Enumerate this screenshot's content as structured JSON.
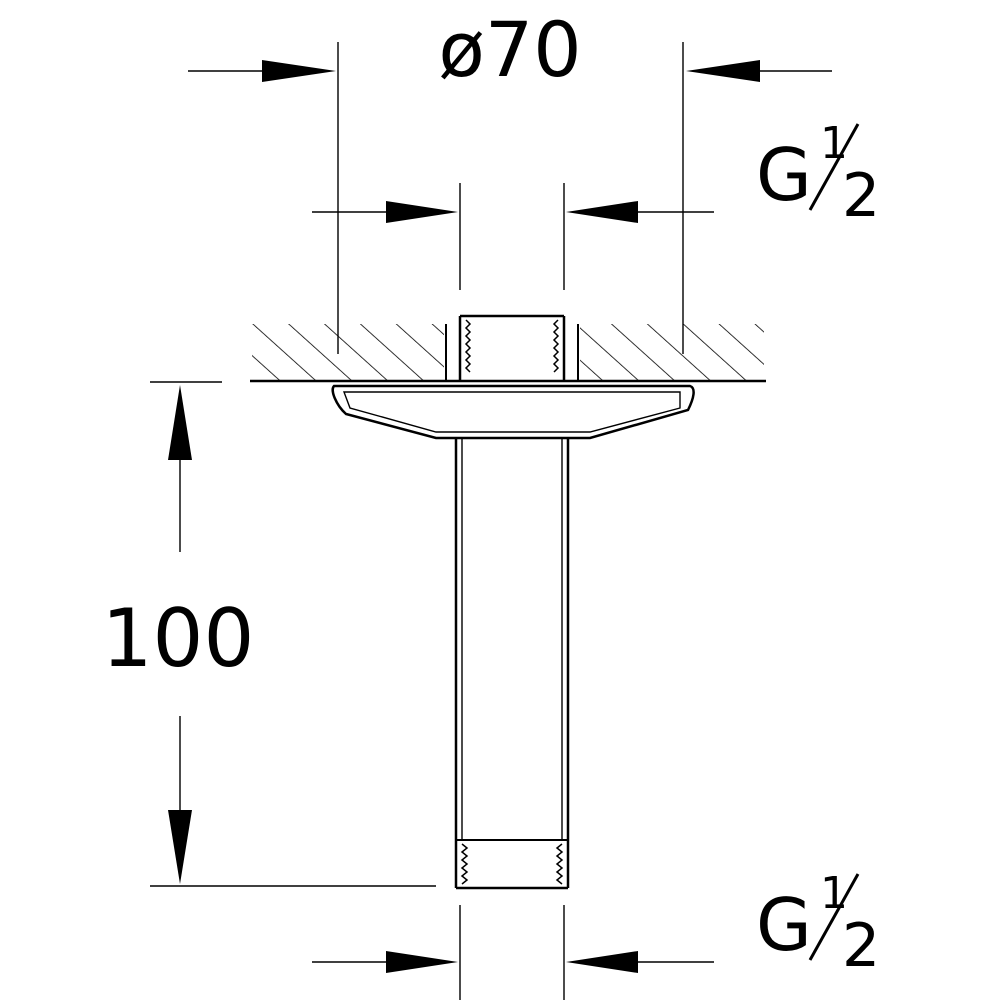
{
  "dimensions": {
    "flange_diameter": "ø70",
    "arm_length": "100",
    "top_thread": {
      "base": "G",
      "numerator": "1",
      "denominator": "2"
    },
    "bottom_thread": {
      "base": "G",
      "numerator": "1",
      "denominator": "2"
    }
  }
}
